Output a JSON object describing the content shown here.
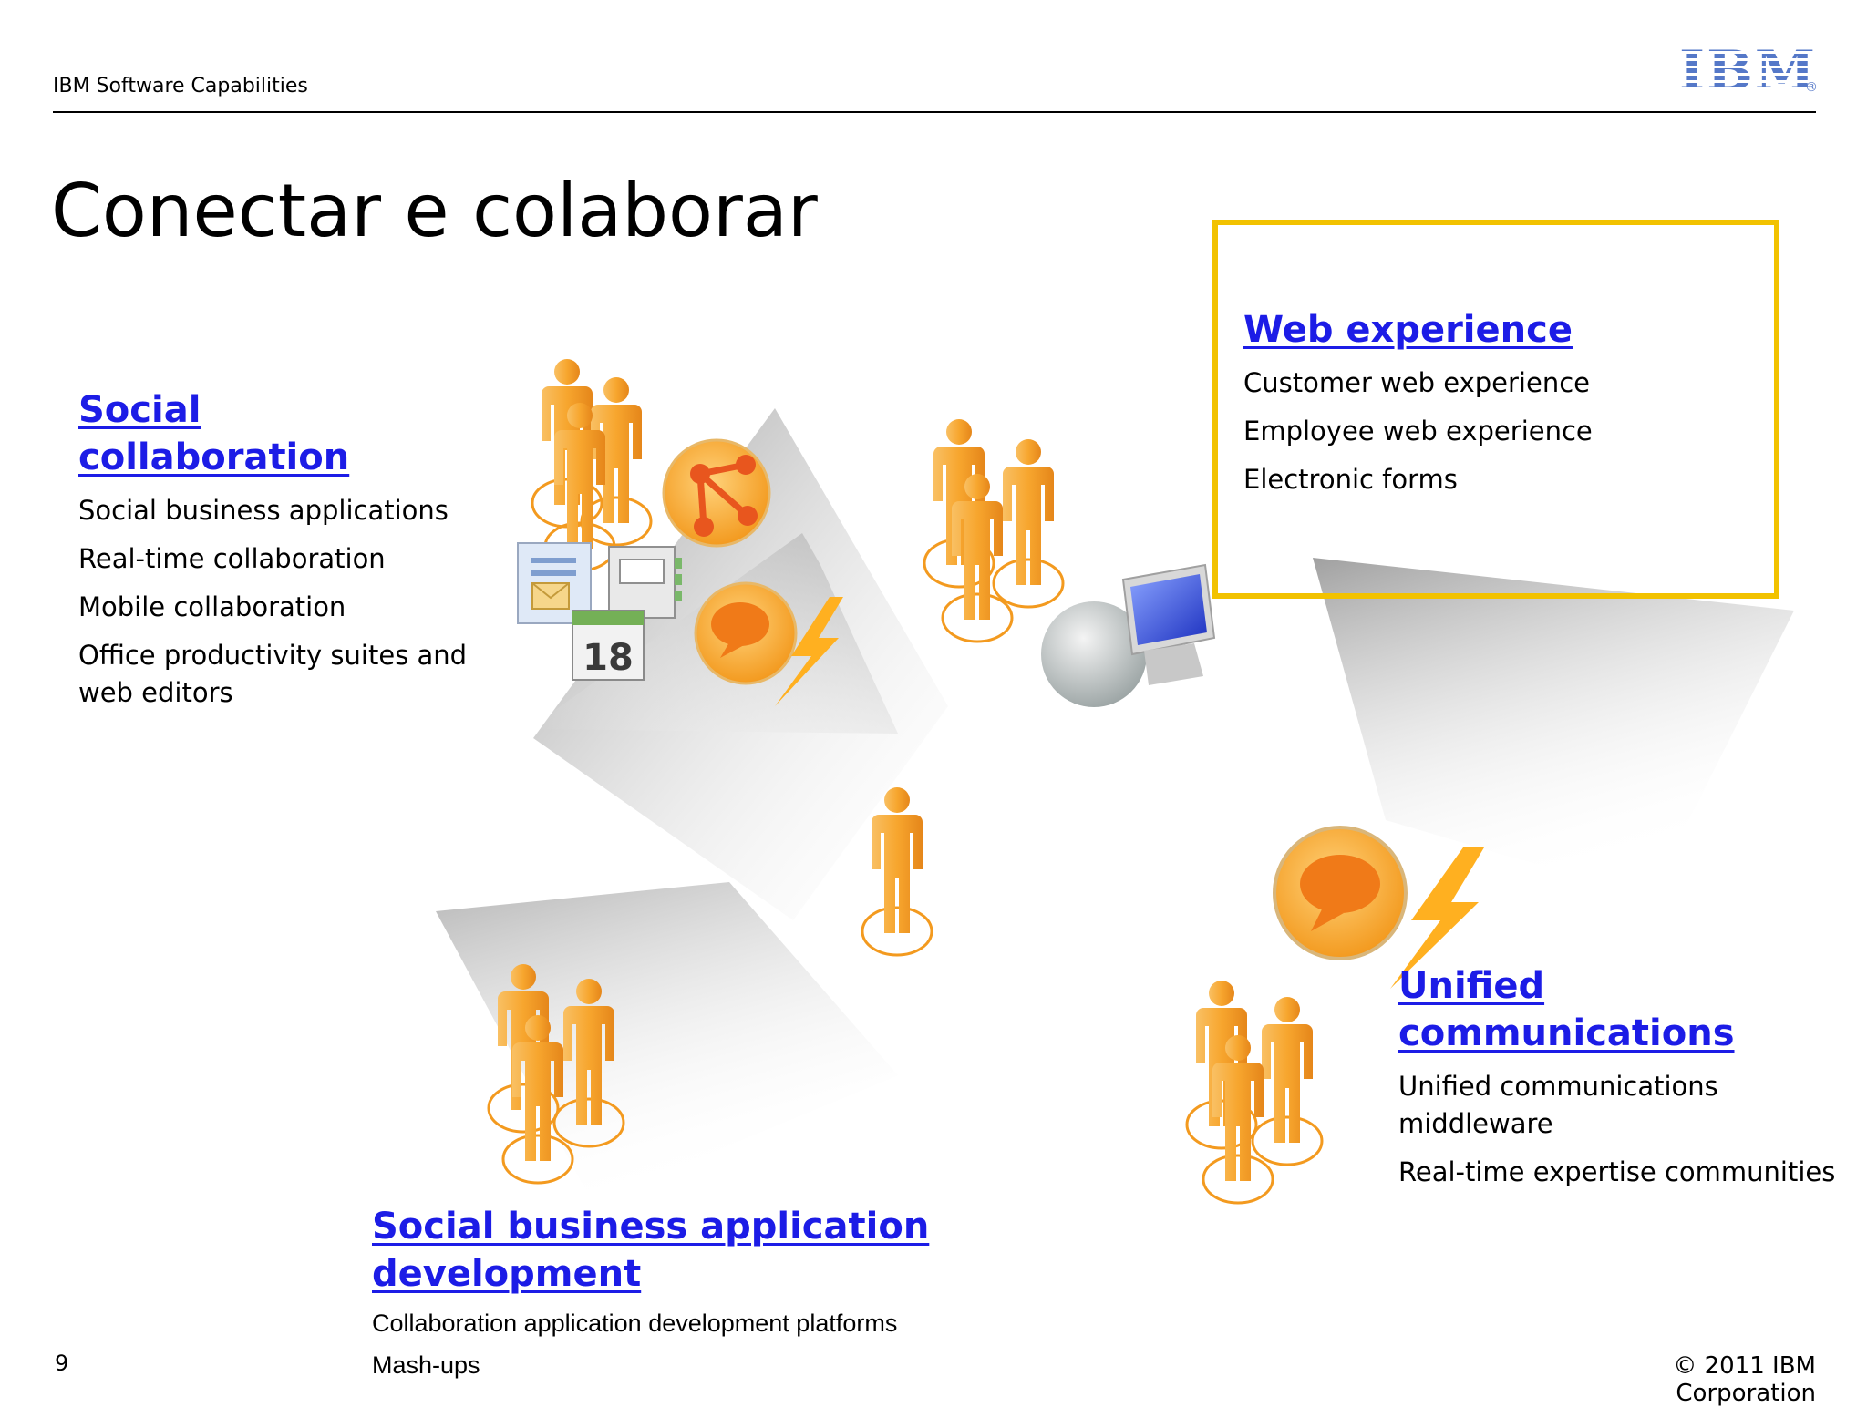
{
  "header": {
    "text": "IBM Software Capabilities",
    "logo_text": "IBM",
    "logo_mark": "®"
  },
  "title": "Conectar e colaborar",
  "colors": {
    "link": "#1c1ce6",
    "highlight_border": "#f2c200",
    "people": "#f39a1f"
  },
  "sections": {
    "social": {
      "heading": "Social collaboration",
      "items": [
        "Social business applications",
        "Real-time collaboration",
        "Mobile collaboration",
        "Office productivity suites and web editors"
      ]
    },
    "web": {
      "heading": "Web experience",
      "items": [
        "Customer web experience",
        "Employee web experience",
        "Electronic forms"
      ]
    },
    "unified": {
      "heading": "Unified communications",
      "items": [
        "Unified communications middleware",
        "Real-time expertise communities"
      ]
    },
    "dev": {
      "heading": "Social business application development",
      "items": [
        "Collaboration application development platforms",
        "Mash-ups"
      ]
    }
  },
  "calendar_day": "18",
  "footer": {
    "page_number": "9",
    "copyright": "© 2011 IBM Corporation"
  }
}
